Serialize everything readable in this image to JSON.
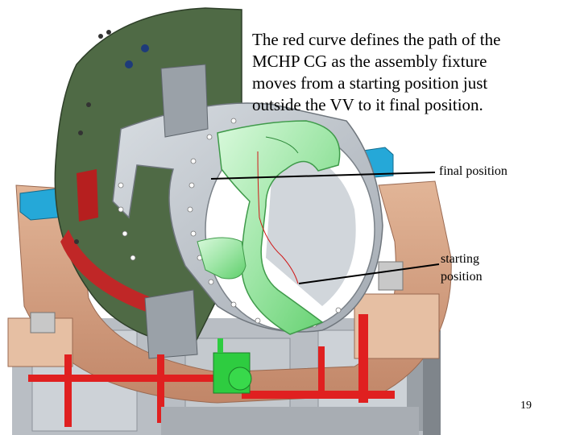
{
  "caption": {
    "line1": "The red curve defines the path of the",
    "line2": "MCHP CG as the assembly fixture",
    "line3": "moves from a starting position just",
    "line4": "outside the VV to it final position."
  },
  "labels": {
    "final_position": "final position",
    "starting_line1": "starting",
    "starting_line2": "position"
  },
  "page_number": "19",
  "colors": {
    "path_curve": "#d01818",
    "dark_green": "#4f6a45",
    "light_green": "#a9ecb0",
    "grey_shell": "#bcc2c8",
    "copper": "#cf9b7e",
    "cyan_block": "#25a8d8",
    "red_pipe": "#e02020",
    "bright_green": "#2ecc40"
  }
}
